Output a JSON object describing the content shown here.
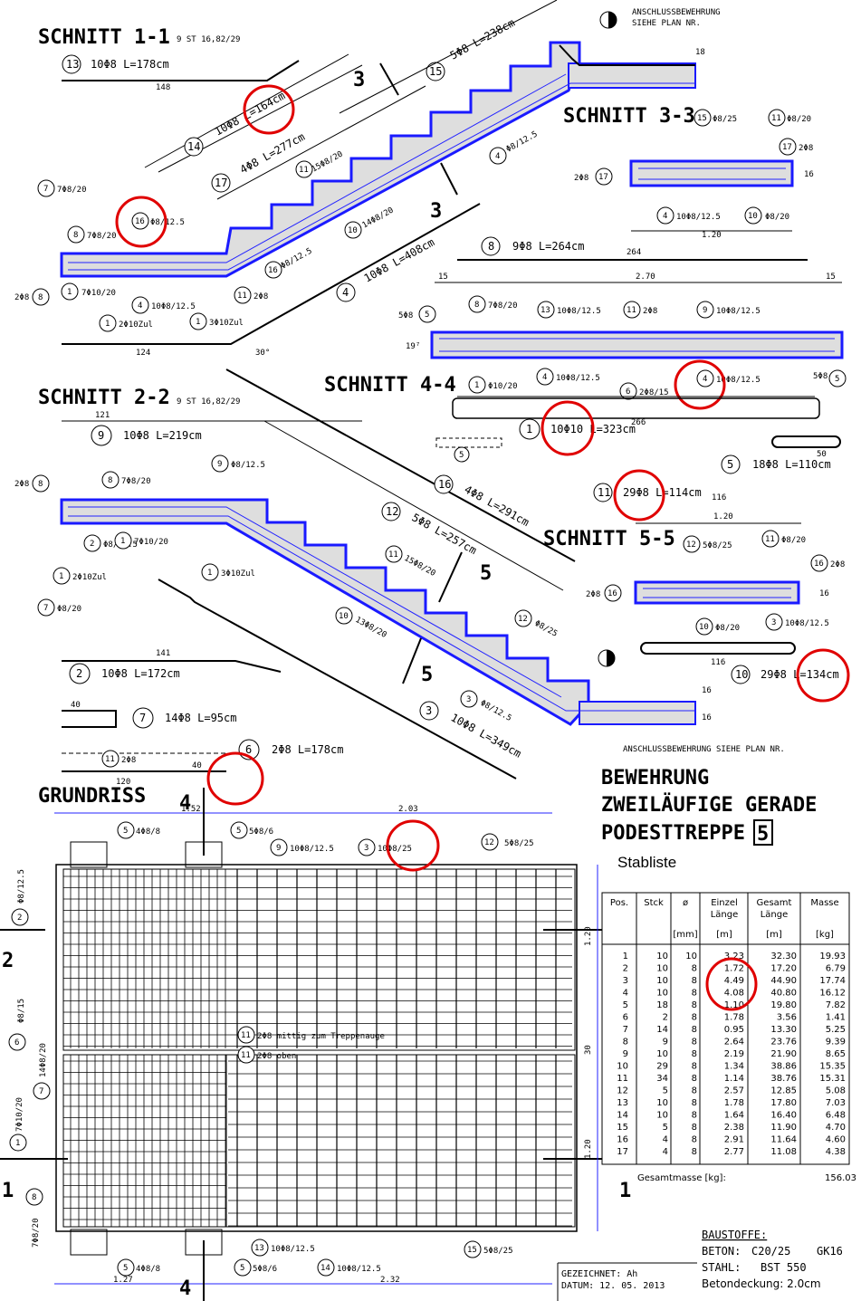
{
  "sections": {
    "s11": "SCHNITT  1-1",
    "s22": "SCHNITT  2-2",
    "s33": "SCHNITT  3-3",
    "s44": "SCHNITT  4-4",
    "s55": "SCHNITT  5-5",
    "grundriss": "GRUNDRISS",
    "note_st": "9 ST 16,82/29"
  },
  "title": {
    "line1": "BEWEHRUNG",
    "line2": "ZWEILÄUFIGE GERADE",
    "line3": "PODESTTREPPE",
    "number": "5",
    "stabliste": "Stabliste"
  },
  "anschluss": {
    "top": "ANSCHLUSSBEWEHRUNG",
    "top2": "SIEHE PLAN NR.",
    "bottom": "ANSCHLUSSBEWEHRUNG SIEHE PLAN NR."
  },
  "bars": {
    "b13": "10Φ8 L=178cm",
    "b14": "10Φ8 L=164cm",
    "b15": "5Φ8 L=238cm",
    "b17": "4Φ8 L=277cm",
    "b4": "10Φ8 L=408cm",
    "b8": "9Φ8 L=264cm",
    "b9": "10Φ8 L=219cm",
    "b16": "4Φ8 L=291cm",
    "b12": "5Φ8 L=257cm",
    "b1": "10Φ10 L=323cm",
    "b5": "18Φ8 L=110cm",
    "b11": "29Φ8 L=114cm",
    "b10": "29Φ8 L=134cm",
    "b2": "10Φ8 L=172cm",
    "b7": "14Φ8 L=95cm",
    "b6": "2Φ8 L=178cm",
    "b3": "10Φ8 L=349cm"
  },
  "labels": {
    "p7": "7Φ8/20",
    "p8": "7Φ8/20",
    "p16": "Φ8/12.5",
    "p15": "15Φ8/20",
    "p10": "14Φ8/20",
    "p4": "Φ8/12.5",
    "p1": "7Φ10/20",
    "p4b": "10Φ8/12.5",
    "p11": "2Φ8",
    "p1zul": "2Φ10Zul",
    "p1zul3": "3Φ10Zul",
    "p2": "2Φ8",
    "p15t": "Φ8/25",
    "p12": "Φ8/25",
    "p3": "Φ8/12.5"
  },
  "baustoffe": {
    "head": "BAUSTOFFE:",
    "beton_k": "BETON:",
    "beton_v": "C20/25",
    "beton_gk": "GK16",
    "stahl_k": "STAHL:",
    "stahl_v": "BST 550",
    "deckung": "Betondeckung: 2.0cm",
    "gez": "GEZEICHNET: Ah",
    "datum": "DATUM:  12. 05. 2013"
  },
  "table": {
    "headers": [
      "Pos.",
      "Stck",
      "ø",
      "Einzel Länge",
      "Gesamt Länge",
      "Masse"
    ],
    "units": [
      "",
      "",
      "[mm]",
      "[m]",
      "[m]",
      "[kg]"
    ],
    "rows": [
      [
        "1",
        "10",
        "10",
        "3.23",
        "32.30",
        "19.93"
      ],
      [
        "2",
        "10",
        "8",
        "1.72",
        "17.20",
        "6.79"
      ],
      [
        "3",
        "10",
        "8",
        "4.49",
        "44.90",
        "17.74"
      ],
      [
        "4",
        "10",
        "8",
        "4.08",
        "40.80",
        "16.12"
      ],
      [
        "5",
        "18",
        "8",
        "1.10",
        "19.80",
        "7.82"
      ],
      [
        "6",
        "2",
        "8",
        "1.78",
        "3.56",
        "1.41"
      ],
      [
        "7",
        "14",
        "8",
        "0.95",
        "13.30",
        "5.25"
      ],
      [
        "8",
        "9",
        "8",
        "2.64",
        "23.76",
        "9.39"
      ],
      [
        "9",
        "10",
        "8",
        "2.19",
        "21.90",
        "8.65"
      ],
      [
        "10",
        "29",
        "8",
        "1.34",
        "38.86",
        "15.35"
      ],
      [
        "11",
        "34",
        "8",
        "1.14",
        "38.76",
        "15.31"
      ],
      [
        "12",
        "5",
        "8",
        "2.57",
        "12.85",
        "5.08"
      ],
      [
        "13",
        "10",
        "8",
        "1.78",
        "17.80",
        "7.03"
      ],
      [
        "14",
        "10",
        "8",
        "1.64",
        "16.40",
        "6.48"
      ],
      [
        "15",
        "5",
        "8",
        "2.38",
        "11.90",
        "4.70"
      ],
      [
        "16",
        "4",
        "8",
        "2.91",
        "11.64",
        "4.60"
      ],
      [
        "17",
        "4",
        "8",
        "2.77",
        "11.08",
        "4.38"
      ]
    ],
    "total_label": "Gesamtmasse [kg]:",
    "total_value": "156.03"
  },
  "plan": {
    "dim_152": "1.52",
    "dim_203": "2.03",
    "dim_127": "1.27",
    "dim_232": "2.32",
    "l5a": "4Φ8/8",
    "l5b": "5Φ8/6",
    "l9": "10Φ8/12.5",
    "l3": "10Φ8/25",
    "l12": "5Φ8/25",
    "l2": "Φ8/12.5",
    "l2b": "Φ8/15",
    "l1": "7Φ10/20",
    "l7": "14Φ8/20",
    "l8": "7Φ8/20",
    "l11a": "2Φ8 mittig zum Treppenauge",
    "l11b": "2Φ8 oben",
    "l13": "10Φ8/12.5",
    "l14": "10Φ8/12.5",
    "l15": "5Φ8/25",
    "l5c": "4Φ8/8",
    "l5d": "5Φ8/6"
  },
  "dims": {
    "d270": "2.70",
    "d120a": "1.20",
    "d120b": "1.20",
    "d264": "264",
    "d266": "266",
    "d148": "148",
    "d124": "124",
    "d121": "121",
    "d141": "141",
    "d116": "116",
    "d120c": "120"
  }
}
